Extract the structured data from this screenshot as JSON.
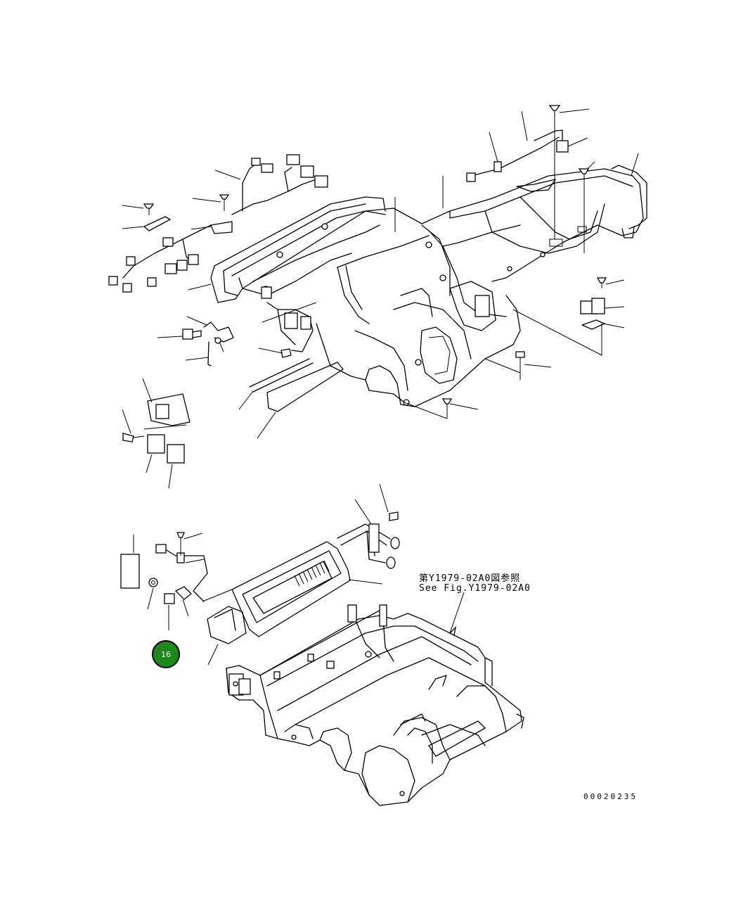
{
  "reference": {
    "japanese": "第Y1979-02A0図参照",
    "english": "See Fig.Y1979-02A0"
  },
  "drawing_number": "00020235",
  "callout": {
    "number": "16",
    "color": "#1b8a1b"
  }
}
